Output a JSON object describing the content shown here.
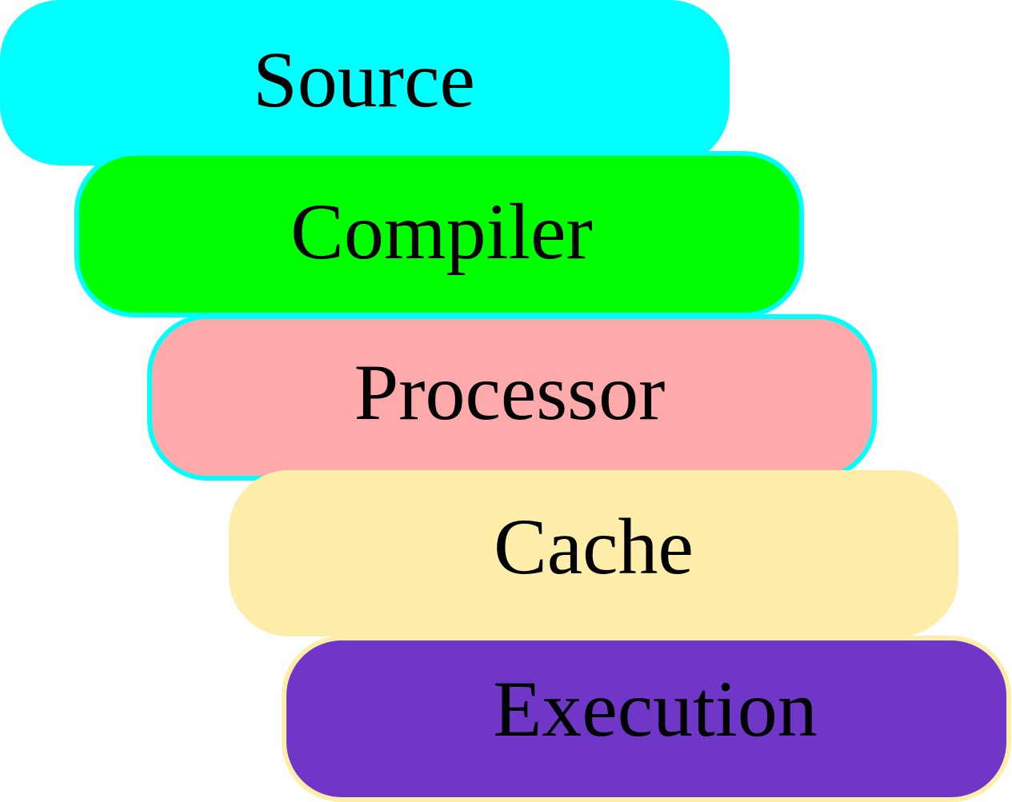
{
  "layers": [
    {
      "label": "Source",
      "fill": "#00FFFF"
    },
    {
      "label": "Compiler",
      "fill": "#00FF00"
    },
    {
      "label": "Processor",
      "fill": "#FFAAAA"
    },
    {
      "label": "Cache",
      "fill": "#FFEEAA"
    },
    {
      "label": "Execution",
      "fill": "#7036C8"
    }
  ]
}
